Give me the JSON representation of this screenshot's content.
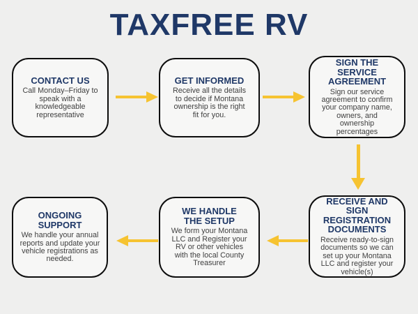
{
  "title": "TAXFREE RV",
  "colors": {
    "background": "#EFEFEE",
    "box_fill": "#F7F7F6",
    "box_border": "#0D0D0D",
    "heading_navy": "#1F3867",
    "body_text": "#3F3F3F",
    "arrow_yellow": "#F6C331"
  },
  "icons": {
    "arrow_right": "→",
    "arrow_down": "↓",
    "arrow_left": "←"
  },
  "steps": [
    {
      "title": "CONTACT US",
      "body": "Call Monday–Friday to\nspeak with a\nknowledgeable\nrepresentative"
    },
    {
      "title": "GET INFORMED",
      "body": "Receive all the details\nto decide if Montana\nownership is the right\nfit for you."
    },
    {
      "title": "SIGN THE\nSERVICE\nAGREEMENT",
      "body": "Sign our service\nagreement to confirm\nyour company name,\nowners, and\nownership\npercentages"
    },
    {
      "title": "RECEIVE AND\nSIGN\nREGISTRATION\nDOCUMENTS",
      "body": "Receive ready-to-sign\ndocuments so we can\nset up your Montana\nLLC and register your\nvehicle(s)"
    },
    {
      "title": "WE HANDLE\nTHE SETUP",
      "body": "We form your Montana\nLLC and Register your\nRV or other vehicles\nwith the local County\nTreasurer"
    },
    {
      "title": "ONGOING\nSUPPORT",
      "body": "We handle your annual\nreports and update your\nvehicle registrations as\nneeded."
    }
  ]
}
